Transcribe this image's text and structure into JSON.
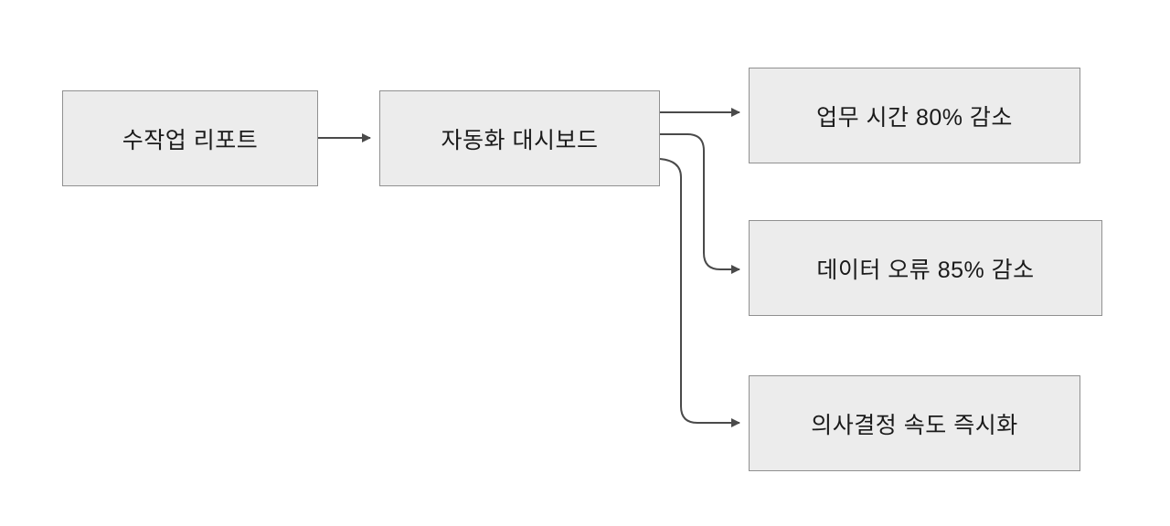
{
  "diagram": {
    "title": "manual-report-to-automated-dashboard-flow",
    "nodes": [
      {
        "id": "manual-report",
        "label": "수작업 리포트"
      },
      {
        "id": "auto-dashboard",
        "label": "자동화 대시보드"
      },
      {
        "id": "benefit-time",
        "label": "업무 시간 80% 감소"
      },
      {
        "id": "benefit-error",
        "label": "데이터 오류 85% 감소"
      },
      {
        "id": "benefit-decision",
        "label": "의사결정 속도 즉시화"
      }
    ],
    "edges": [
      {
        "from": "manual-report",
        "to": "auto-dashboard"
      },
      {
        "from": "auto-dashboard",
        "to": "benefit-time"
      },
      {
        "from": "auto-dashboard",
        "to": "benefit-error"
      },
      {
        "from": "auto-dashboard",
        "to": "benefit-decision"
      }
    ],
    "colors": {
      "background": "#ffffff",
      "node_fill": "#ececec",
      "node_border": "#909090",
      "connector": "#4a4a4a",
      "text": "#1a1a1a"
    }
  }
}
